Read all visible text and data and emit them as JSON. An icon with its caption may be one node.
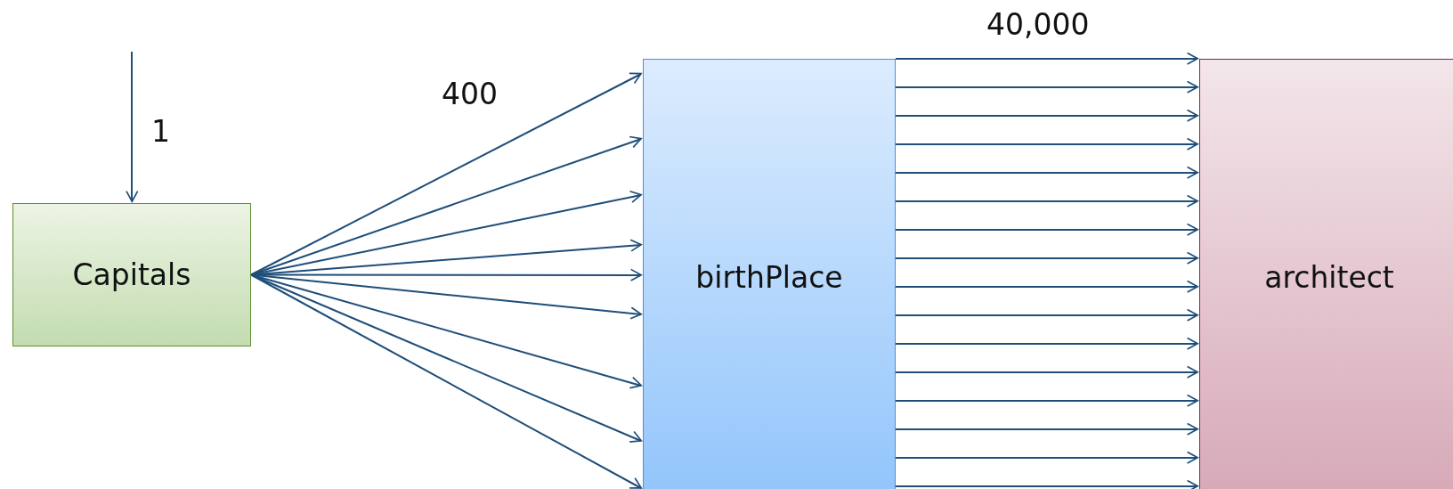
{
  "diagram": {
    "nodes": [
      {
        "text": [
          "Capitals"
        ]
      },
      {
        "text": [
          "birthPlace"
        ]
      },
      {
        "text": [
          "architect"
        ]
      }
    ],
    "edges": [
      {
        "from": null,
        "to": 0,
        "arrow": "to",
        "label": "1"
      },
      {
        "from": 0,
        "to": 1,
        "arrow": "to",
        "label": "400"
      },
      {
        "from": 0,
        "to": 1,
        "arrow": "to"
      },
      {
        "from": 0,
        "to": 1,
        "arrow": "to"
      },
      {
        "from": 0,
        "to": 1,
        "arrow": "to"
      },
      {
        "from": 0,
        "to": 1,
        "arrow": "to"
      },
      {
        "from": 0,
        "to": 1,
        "arrow": "to"
      },
      {
        "from": 0,
        "to": 1,
        "arrow": "to"
      },
      {
        "from": 0,
        "to": 1,
        "arrow": "to"
      },
      {
        "from": 0,
        "to": 1,
        "arrow": "to"
      },
      {
        "from": 1,
        "to": 2,
        "arrow": "to",
        "label": "40,000"
      },
      {
        "from": 1,
        "to": 2,
        "arrow": "to"
      },
      {
        "from": 1,
        "to": 2,
        "arrow": "to"
      },
      {
        "from": 1,
        "to": 2,
        "arrow": "to"
      },
      {
        "from": 1,
        "to": 2,
        "arrow": "to"
      },
      {
        "from": 1,
        "to": 2,
        "arrow": "to"
      },
      {
        "from": 1,
        "to": 2,
        "arrow": "to"
      },
      {
        "from": 1,
        "to": 2,
        "arrow": "to"
      },
      {
        "from": 1,
        "to": 2,
        "arrow": "to"
      },
      {
        "from": 1,
        "to": 2,
        "arrow": "to"
      },
      {
        "from": 1,
        "to": 2,
        "arrow": "to"
      },
      {
        "from": 1,
        "to": 2,
        "arrow": "to"
      },
      {
        "from": 1,
        "to": 2,
        "arrow": "to"
      },
      {
        "from": 1,
        "to": 2,
        "arrow": "to"
      },
      {
        "from": 1,
        "to": 2,
        "arrow": "to"
      },
      {
        "from": 1,
        "to": 2,
        "arrow": "to"
      }
    ]
  }
}
